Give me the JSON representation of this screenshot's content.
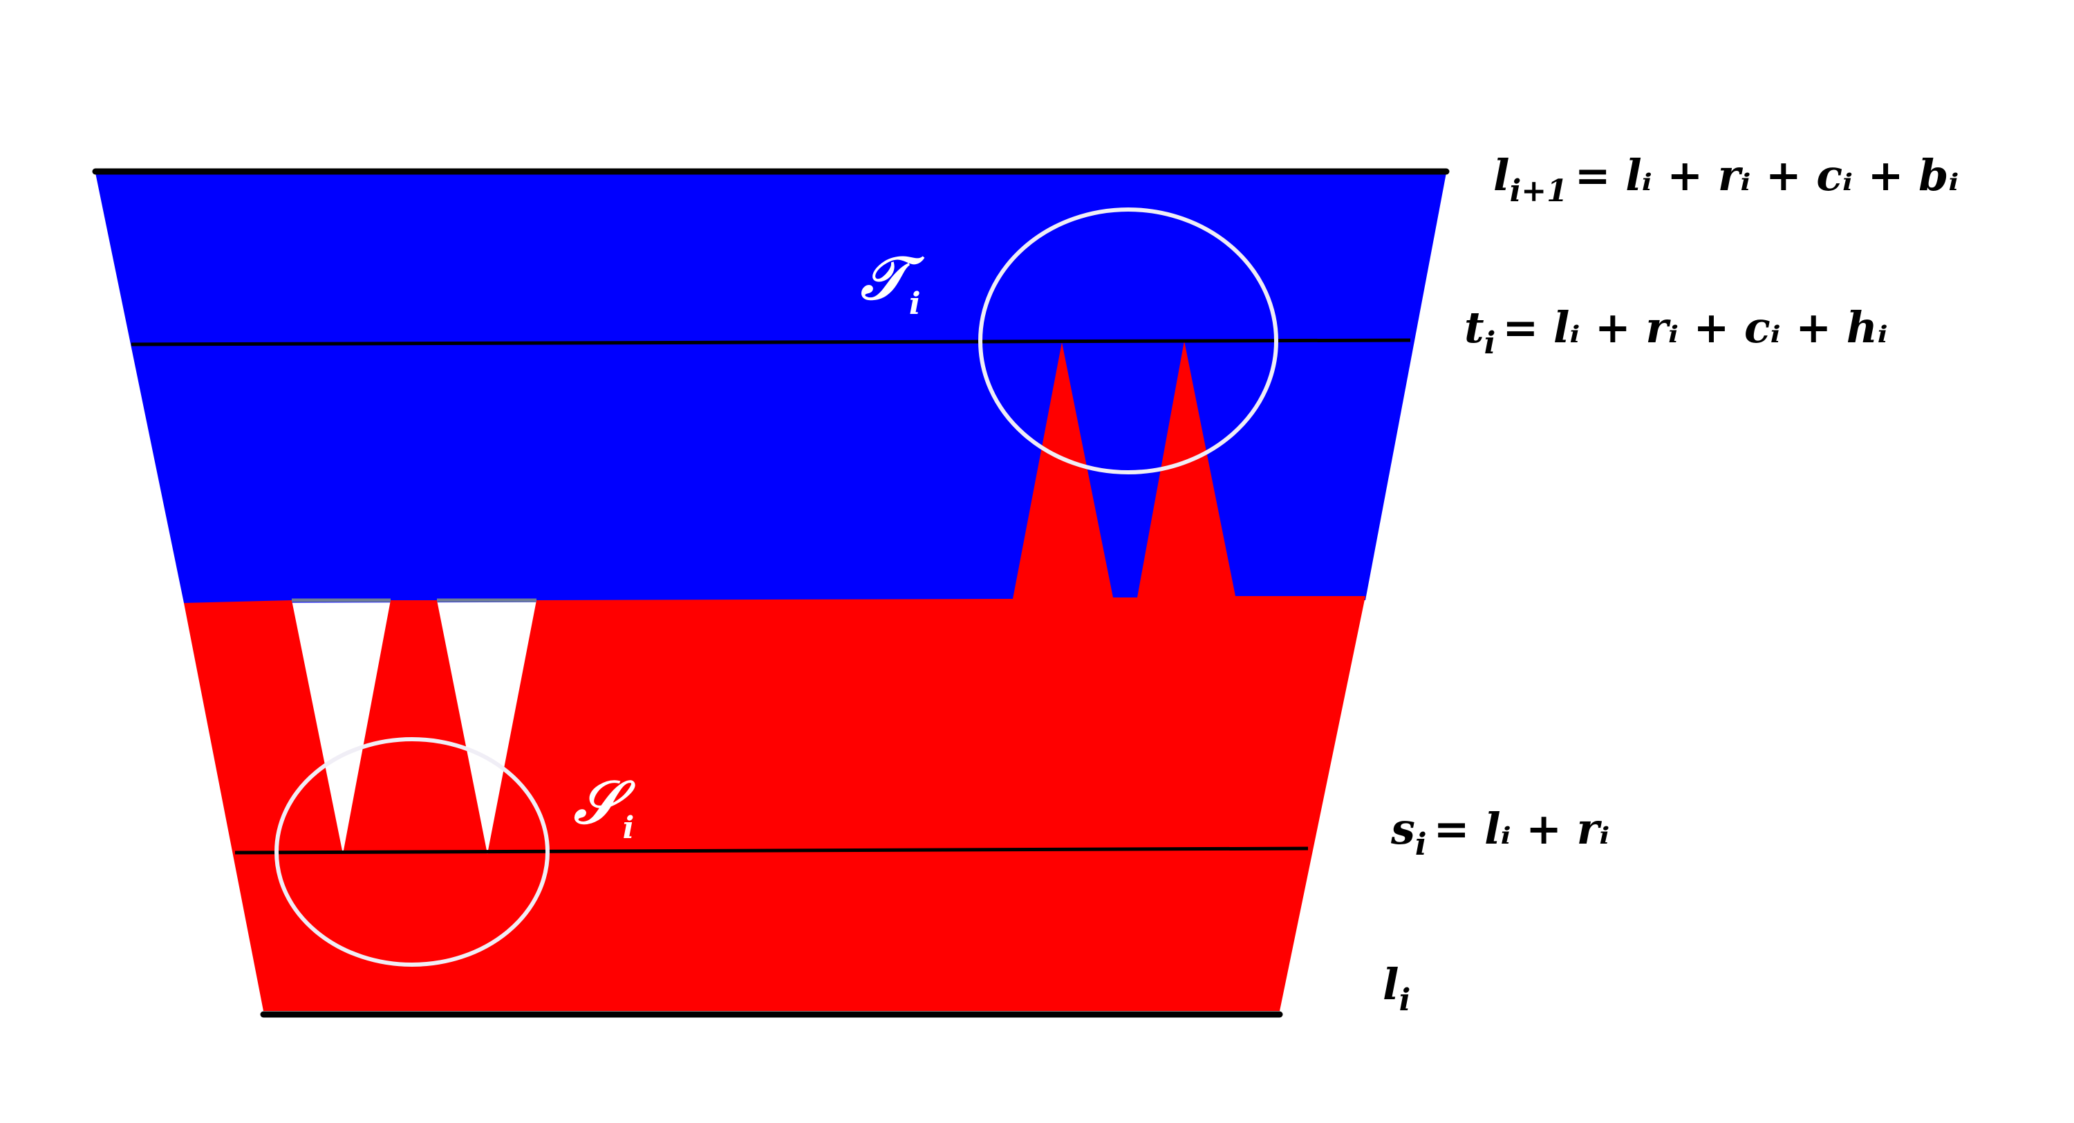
{
  "colors": {
    "upper_region": "#0000ff",
    "lower_region": "#ff0000",
    "level_line": "#000000",
    "circle": "#f0eef6",
    "gap_segment": "#6f7f96",
    "label_text": "#000000",
    "set_label": "#ffffff"
  },
  "levels": {
    "top": {
      "main": "l",
      "sub": "i+1",
      "rhs": "= lᵢ + rᵢ + cᵢ + bᵢ"
    },
    "t": {
      "main": "t",
      "sub": "i",
      "rhs": "= lᵢ + rᵢ + cᵢ + hᵢ"
    },
    "s": {
      "main": "s",
      "sub": "i",
      "rhs": "= lᵢ + rᵢ"
    },
    "bottom": {
      "main": "l",
      "sub": "i"
    }
  },
  "sets": {
    "T": {
      "main": "𝒯",
      "sub": "i"
    },
    "S": {
      "main": "𝒮",
      "sub": "i"
    }
  }
}
